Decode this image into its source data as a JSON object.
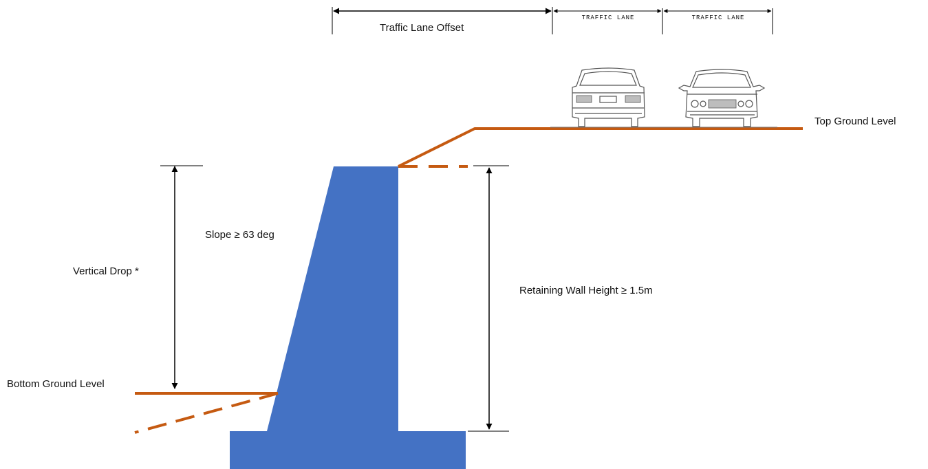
{
  "labels": {
    "traffic_lane_offset": "Traffic Lane Offset",
    "traffic_lane_1": "TRAFFIC LANE",
    "traffic_lane_2": "TRAFFIC LANE",
    "top_ground_level": "Top Ground Level",
    "bottom_ground_level": "Bottom Ground Level",
    "slope": "Slope ≥ 63 deg",
    "vertical_drop": "Vertical Drop *",
    "retaining_wall_height": "Retaining Wall Height ≥ 1.5m"
  },
  "colors": {
    "wall": "#4472c4",
    "ground": "#c55a11",
    "dimension": "#000000"
  },
  "icons": {
    "car_rear": "car-rear-icon",
    "car_front": "car-front-icon"
  }
}
